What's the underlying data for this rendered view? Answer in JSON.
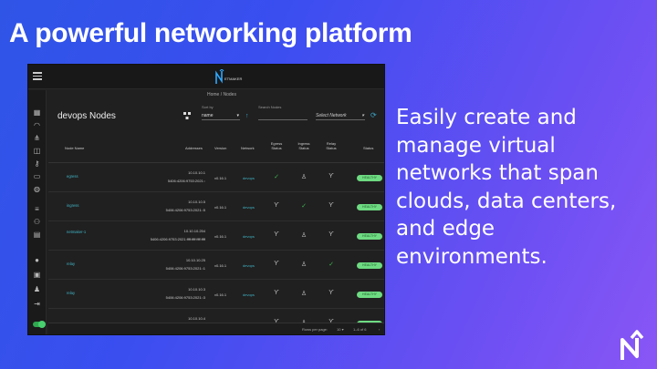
{
  "slide": {
    "title": "A powerful networking platform",
    "blurb": "Easily create and manage virtual networks that span clouds, data centers, and edge environments."
  },
  "app": {
    "breadcrumb": "Home / Nodes",
    "logo_text": "ETMAKER",
    "page_title": "devops Nodes",
    "sort_label": "Sort by",
    "sort_value": "name",
    "search_label": "Search Nodes",
    "network_select": "Select Network",
    "columns": [
      "Node Name",
      "Addresses",
      "Version",
      "Network",
      "Egress Status",
      "Ingress Status",
      "Relay Status",
      "Status"
    ],
    "rows": [
      {
        "name": "egress",
        "addr1": "10.10.10.1",
        "addr2": "5406:4206:9753:2021::",
        "version": "v0.16.1",
        "network": "devops",
        "egress": "check",
        "ingress": "user",
        "relay": "relay",
        "status": "HEALTHY"
      },
      {
        "name": "ingress",
        "addr1": "10.10.10.5",
        "addr2": "5406:4206:9753:2021::5",
        "version": "v0.16.1",
        "network": "devops",
        "egress": "relay",
        "ingress": "check",
        "relay": "relay",
        "status": "HEALTHY"
      },
      {
        "name": "netmaker-1",
        "addr1": "10.10.10.254",
        "addr2": "5406:4206:9753:2021:ffff:ffff:ffff:ffff",
        "version": "v0.16.1",
        "network": "devops",
        "egress": "relay",
        "ingress": "user",
        "relay": "relay",
        "status": "HEALTHY"
      },
      {
        "name": "relay",
        "addr1": "10.10.10.25",
        "addr2": "5406:4206:9753:2021::1",
        "version": "v0.16.1",
        "network": "devops",
        "egress": "relay",
        "ingress": "user",
        "relay": "check",
        "status": "HEALTHY"
      },
      {
        "name": "relay",
        "addr1": "10.10.10.3",
        "addr2": "5406:4206:9753:2021::3",
        "version": "v0.16.1",
        "network": "devops",
        "egress": "relay",
        "ingress": "user",
        "relay": "relay",
        "status": "HEALTHY"
      },
      {
        "name": "",
        "addr1": "10.10.10.4",
        "addr2": "",
        "version": "",
        "network": "",
        "egress": "relay",
        "ingress": "user",
        "relay": "relay",
        "status": ""
      }
    ],
    "rows_per_page_label": "Rows per page:",
    "rows_per_page_value": "10",
    "pagination": "1–6 of 6"
  },
  "colors": {
    "accent": "#3aa7c9",
    "healthy": "#6edb82",
    "link": "#41b3c4"
  }
}
